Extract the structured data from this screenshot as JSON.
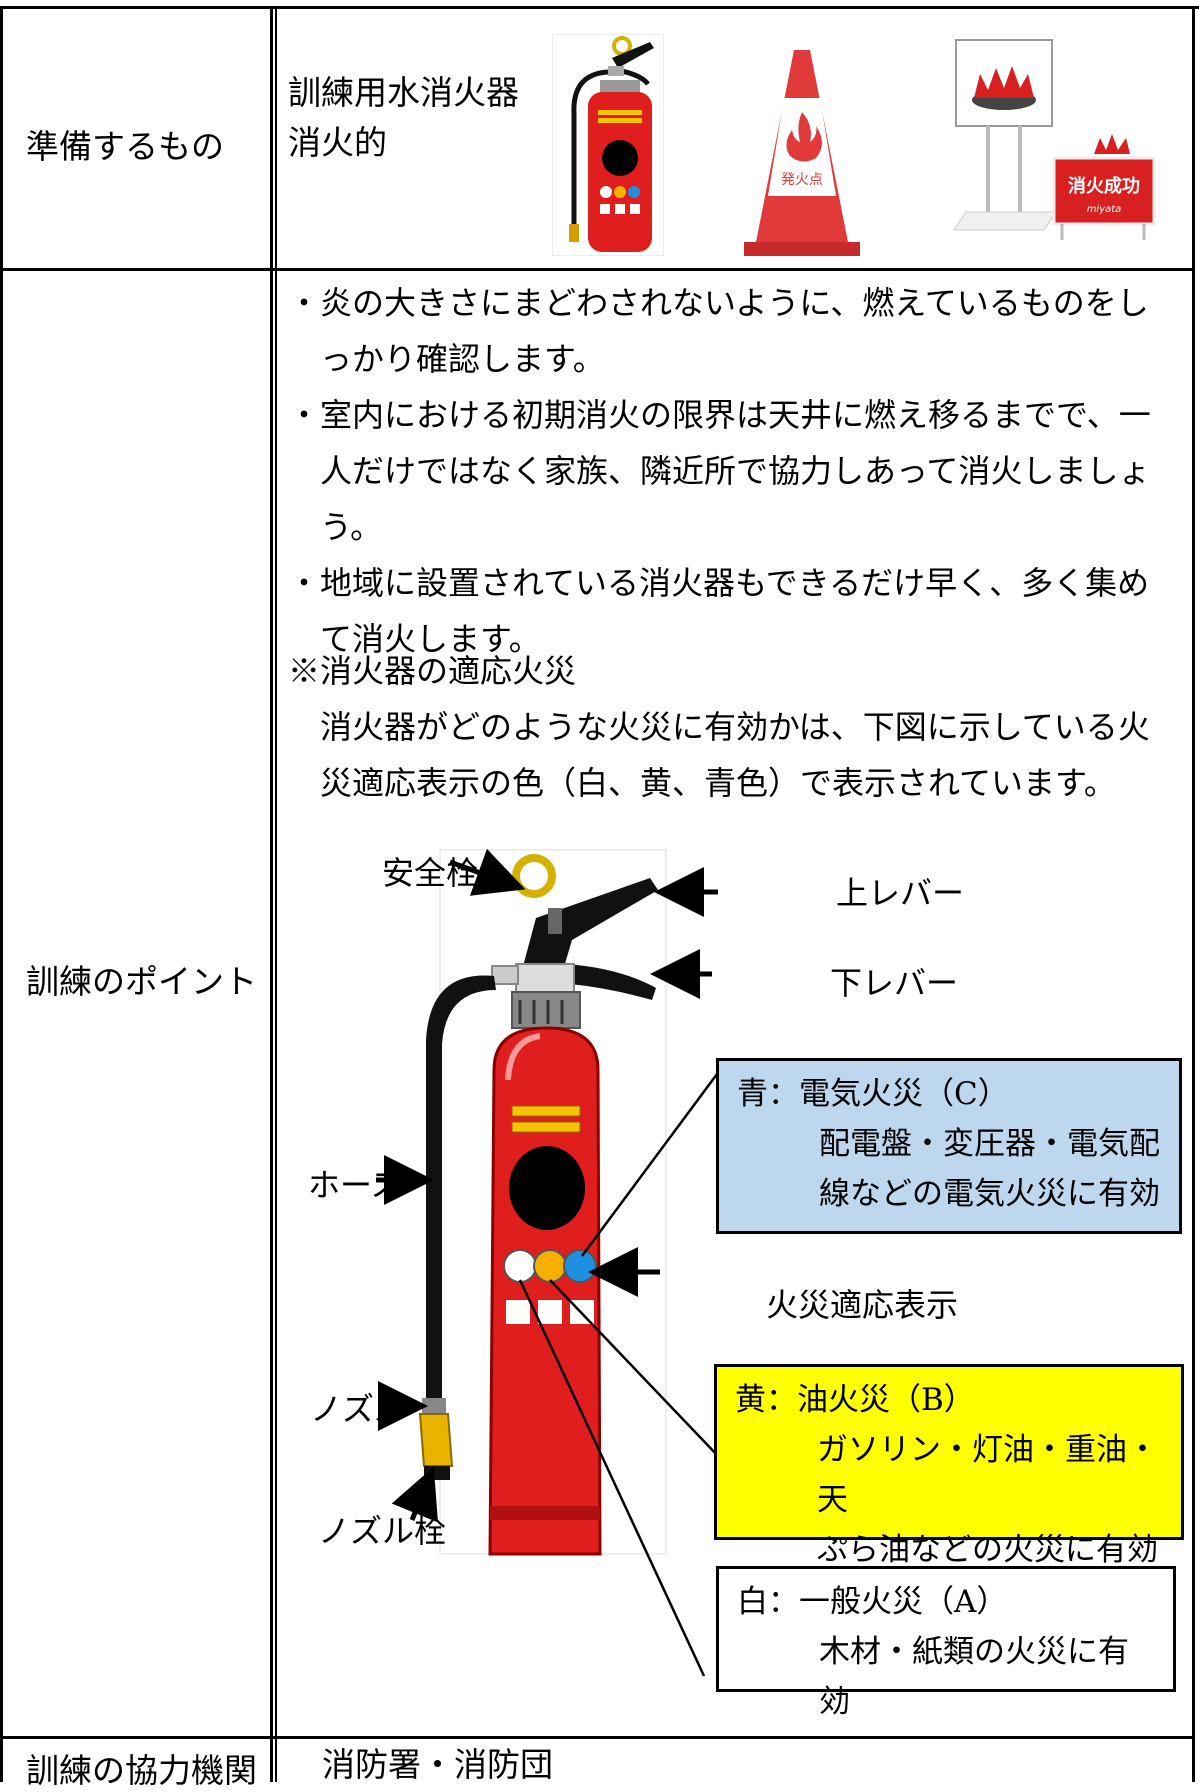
{
  "rows": {
    "prepare": {
      "label": "準備するもの",
      "items": [
        "訓練用水消火器",
        "消火的"
      ]
    },
    "points": {
      "label": "訓練のポイント",
      "bullets": [
        "・炎の大きさにまどわされないように、燃えているものをしっかり確認します。",
        "・室内における初期消火の限界は天井に燃え移るまでで、一人だけではなく家族、隣近所で協力しあって消火しましょう。",
        "・地域に設置されている消火器もできるだけ早く、多く集めて消火します。"
      ],
      "note_title": "※消火器の適応火災",
      "note_body": "消火器がどのような火災に有効かは、下図に示している火災適応表示の色（白、黄、青色）で表示されています。"
    },
    "partners": {
      "label": "訓練の協力機関",
      "value": "消防署・消防団"
    }
  },
  "diagram": {
    "labels": {
      "safety_pin": "安全栓",
      "upper_lever": "上レバー",
      "lower_lever": "下レバー",
      "hose": "ホース",
      "indicator": "火災適応表示",
      "nozzle": "ノズル",
      "nozzle_plug": "ノズル栓"
    },
    "fire_classes": [
      {
        "head": "青：電気火災（C）",
        "lines": [
          "配電盤・変圧器・電気配",
          "線などの電気火災に有効"
        ],
        "color": "#bdd7ee"
      },
      {
        "head": "黄：油火災（B）",
        "lines": [
          "ガソリン・灯油・重油・天",
          "ぷら油などの火災に有効"
        ],
        "color": "#ffff00"
      },
      {
        "head": "白：一般火災（A）",
        "lines": [
          "木材・紙類の火災に有効"
        ],
        "color": "#ffffff"
      }
    ],
    "sign_text": "消火成功",
    "sign_brand": "miyata",
    "cone_text": "発火点"
  }
}
